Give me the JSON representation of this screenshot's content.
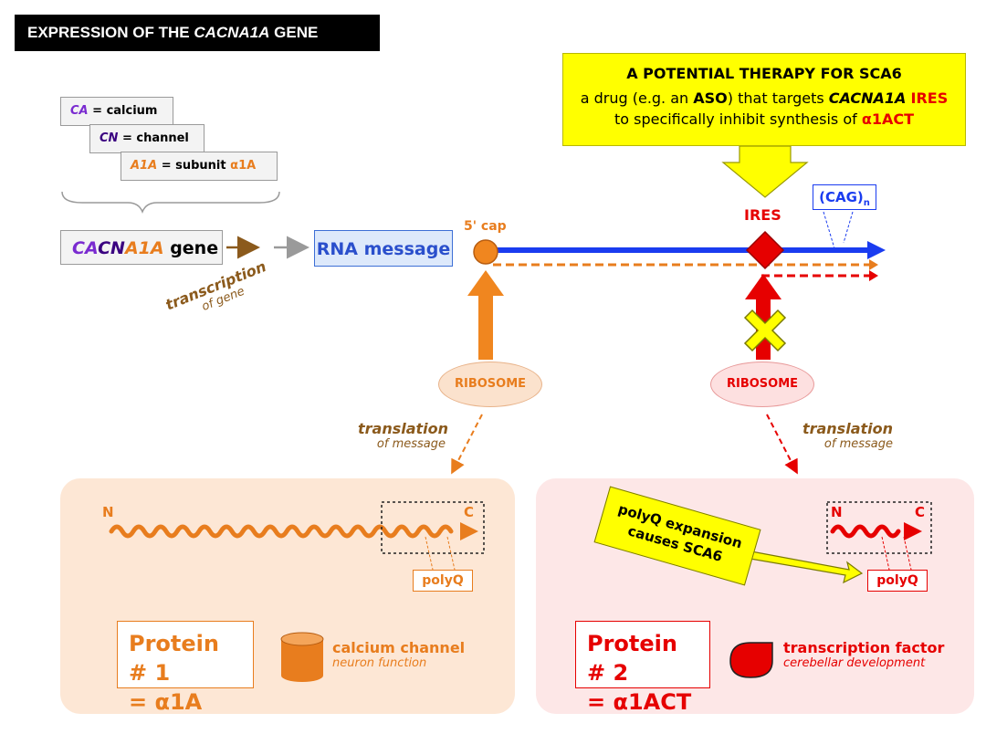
{
  "title": {
    "prefix": "EXPRESSION OF THE ",
    "gene": "CACNA1A",
    "suffix": " GENE"
  },
  "legend": [
    {
      "abbr": "CA",
      "sep": " = ",
      "meaning": "calcium",
      "extra": ""
    },
    {
      "abbr": "CN",
      "sep": " = ",
      "meaning": "channel",
      "extra": ""
    },
    {
      "abbr": "A1A",
      "sep": " = ",
      "meaning": "subunit ",
      "extra": "α1A"
    }
  ],
  "gene_box": {
    "part_ca": "CA",
    "part_cn": "CN",
    "part_a1a": "A1A",
    "word": " gene"
  },
  "transcription": {
    "main": "transcription",
    "sub": "of gene"
  },
  "rna_message": "RNA message",
  "five_cap": "5' cap",
  "ires": "IRES",
  "cag": {
    "base": "(CAG)",
    "sub": "n"
  },
  "therapy": {
    "heading": "A POTENTIAL THERAPY FOR SCA6",
    "line1_a": "a drug (e.g. an ",
    "line1_aso": "ASO",
    "line1_b": ") that targets ",
    "line1_gene": "CACNA1A",
    "line1_ires": "IRES",
    "line2_a": "to specifically inhibit synthesis of ",
    "line2_b": "α1ACT"
  },
  "ribosome1": "RIBOSOME",
  "ribosome2": "RIBOSOME",
  "translation1": {
    "main": "translation",
    "sub": "of message"
  },
  "translation2": {
    "main": "translation",
    "sub": "of message"
  },
  "protein1": {
    "n": "N",
    "c": "C",
    "polyq": "polyQ",
    "line1": "Protein # 1",
    "line2": "= α1A",
    "func_title": "calcium channel",
    "func_sub": "neuron function"
  },
  "protein2": {
    "n": "N",
    "c": "C",
    "polyq": "polyQ",
    "line1": "Protein # 2",
    "line2": "= α1ACT",
    "func_title": "transcription factor",
    "func_sub": "cerebellar development"
  },
  "callout": {
    "line1": "polyQ expansion",
    "line2": "causes SCA6"
  },
  "colors": {
    "orange": "#e87d1e",
    "red": "#e60000",
    "blue": "#1a3cf0",
    "brown": "#8b5a1c",
    "yellow": "#ffff00"
  }
}
